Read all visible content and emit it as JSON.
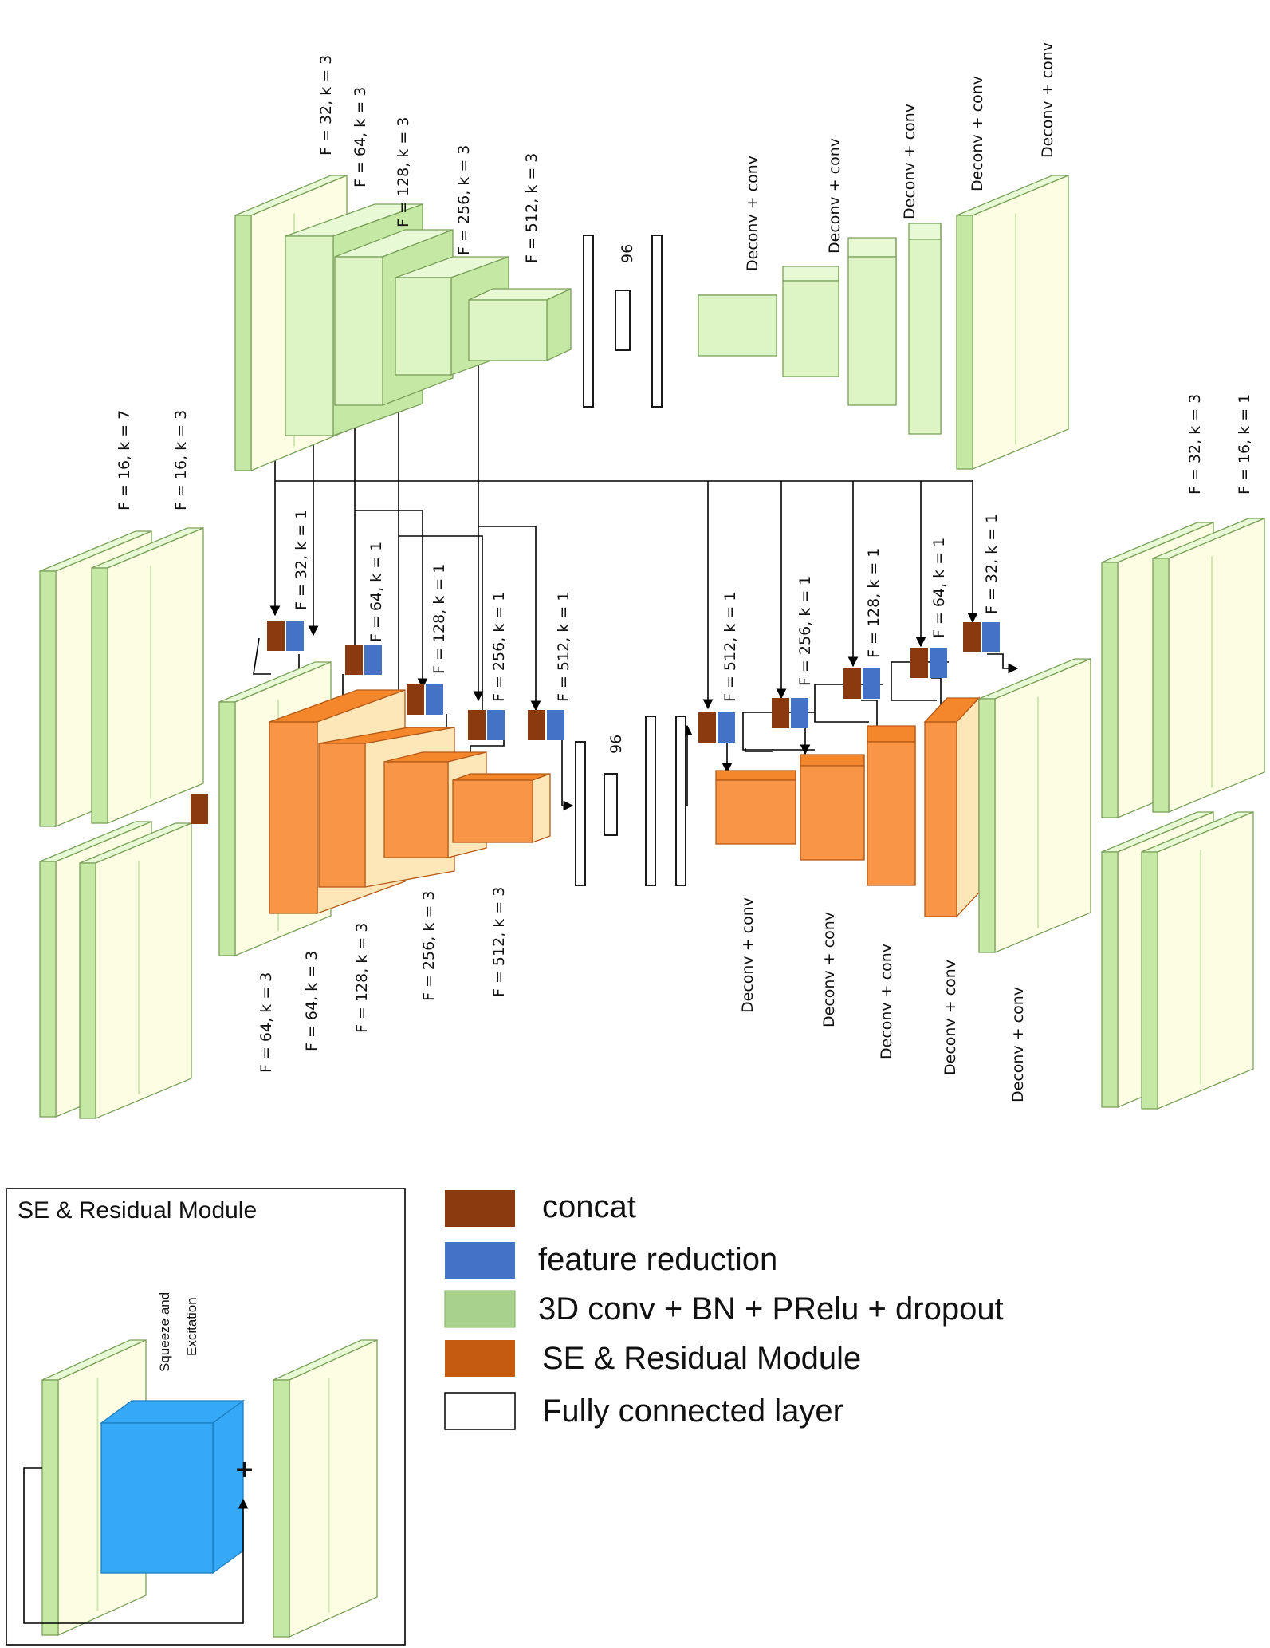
{
  "colors": {
    "concat": "#8b3a10",
    "feature_reduction": "#4472c4",
    "conv_front": "#ddf5c4",
    "conv_side": "#c5e9a5",
    "conv_top": "#e8f9d6",
    "conv_stroke": "#7aa05a",
    "plate_front": "#fdfde3",
    "se_front": "#f99546",
    "se_side": "#fde6b7",
    "se_top": "#f4862c",
    "se_stroke": "#b45a18",
    "squeeze": "#35a9f5",
    "legend_conv": "#a9d18e",
    "legend_se": "#c55a11"
  },
  "autoencoder": {
    "encoder_labels": [
      "F = 32,  k = 3",
      "F = 64,  k = 3",
      "F = 128,  k = 3",
      "F = 256,  k = 3",
      "F = 512,  k = 3"
    ],
    "bottleneck_label": "96",
    "decoder_labels": [
      "Deconv + conv",
      "Deconv + conv",
      "Deconv + conv",
      "Deconv + conv",
      "Deconv + conv"
    ]
  },
  "left_stack": {
    "labels": [
      "F = 16,  k = 7",
      "F = 16,  k = 3"
    ]
  },
  "right_stack": {
    "labels": [
      "F = 32,  k = 3",
      "F = 16,  k = 1"
    ]
  },
  "segmentation": {
    "concat_labels": [
      "F = 32,  k = 1",
      "F = 64,  k = 1",
      "F = 128,  k = 1",
      "F = 256,  k = 1",
      "F = 512,  k = 1"
    ],
    "encoder_labels": [
      "F = 64,  k = 3",
      "F = 64,  k = 3",
      "F = 128,  k = 3",
      "F = 256,  k = 3",
      "F = 512,  k = 3"
    ],
    "bottleneck_label": "96",
    "decoder_concat_labels": [
      "F = 512,  k = 1",
      "F = 256,  k = 1",
      "F = 128,  k = 1",
      "F = 64,  k = 1",
      "F = 32,  k = 1"
    ],
    "decoder_labels": [
      "Deconv + conv",
      "Deconv + conv",
      "Deconv + conv",
      "Deconv + conv",
      "Deconv + conv"
    ]
  },
  "se_box": {
    "title": "SE & Residual Module",
    "squeeze_line1": "Squeeze and",
    "squeeze_line2": "Excitation",
    "plus": "+"
  },
  "legend": {
    "items": [
      {
        "label": "concat"
      },
      {
        "label": "feature reduction"
      },
      {
        "label": "3D conv + BN + PRelu + dropout"
      },
      {
        "label": "SE & Residual Module"
      },
      {
        "label": "Fully connected layer"
      }
    ]
  }
}
